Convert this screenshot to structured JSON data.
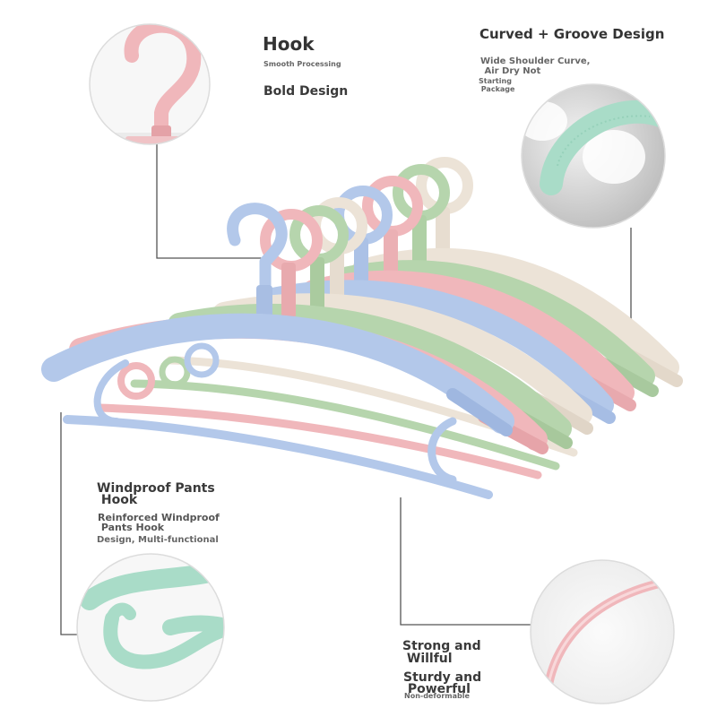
{
  "colors": {
    "blue": "#b3c8ea",
    "pink": "#f0b7bb",
    "green": "#b6d5ad",
    "cream": "#ece3d7",
    "mint": "#a9dcc8",
    "callout_line": "#555555"
  },
  "callouts": {
    "hook": {
      "title": "Hook",
      "line1": "Smooth Processing",
      "line2": "Bold Design"
    },
    "curved": {
      "title": "Curved + Groove Design",
      "line1": "Wide Shoulder Curve,",
      "line2": " Air Dry Not",
      "line3": "Starting",
      "line4": " Package"
    },
    "windproof": {
      "title": "Windproof Pants",
      "title2": " Hook",
      "line1": "Reinforced Windproof",
      "line2": " Pants Hook",
      "line3": "Design, Multi-functional"
    },
    "strong": {
      "title": "Strong and",
      "title2": " Willful",
      "line1": "Sturdy and",
      "line2": " Powerful",
      "line3": "Non-deformable"
    }
  }
}
